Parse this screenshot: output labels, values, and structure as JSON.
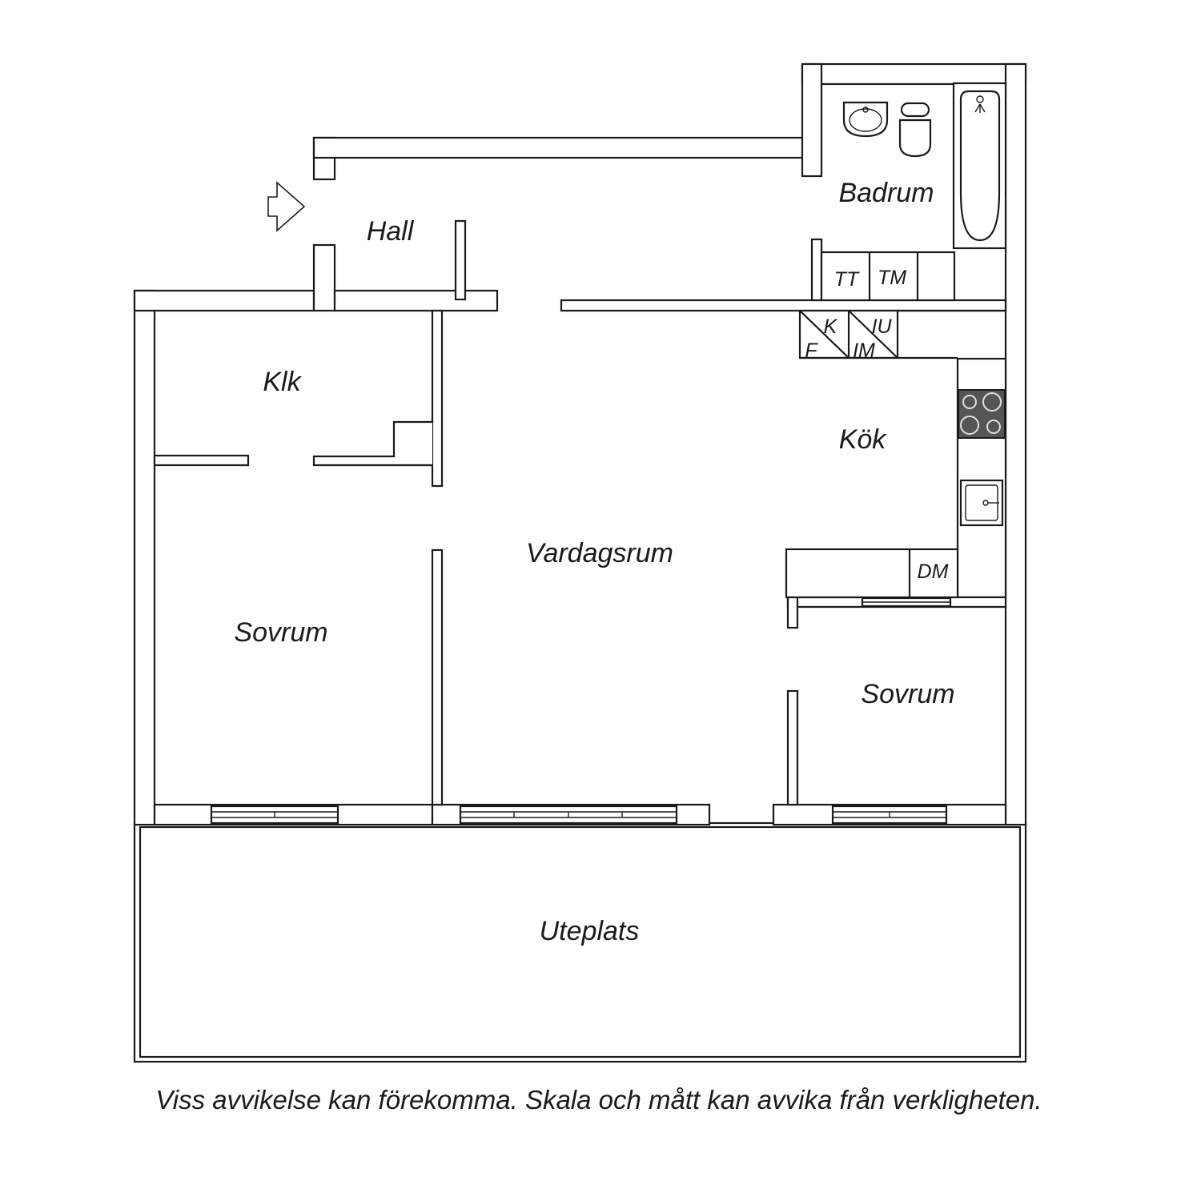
{
  "rooms": {
    "hall": "Hall",
    "badrum": "Badrum",
    "klk": "Klk",
    "kok": "Kök",
    "vardagsrum": "Vardagsrum",
    "sovrum_left": "Sovrum",
    "sovrum_right": "Sovrum",
    "uteplats": "Uteplats"
  },
  "fixtures": {
    "tt": "TT",
    "tm": "TM",
    "k": "K",
    "f": "F",
    "iu": "IU",
    "im": "IM",
    "dm": "DM"
  },
  "icons": {
    "entrance": "entrance-arrow-icon",
    "sink": "washbasin-icon",
    "toilet": "toilet-icon",
    "bathtub": "bathtub-icon",
    "stove": "stove-icon",
    "kitchen_sink": "kitchen-sink-icon"
  },
  "disclaimer": "Viss avvikelse kan förekomma. Skala och mått kan avvika från verkligheten."
}
